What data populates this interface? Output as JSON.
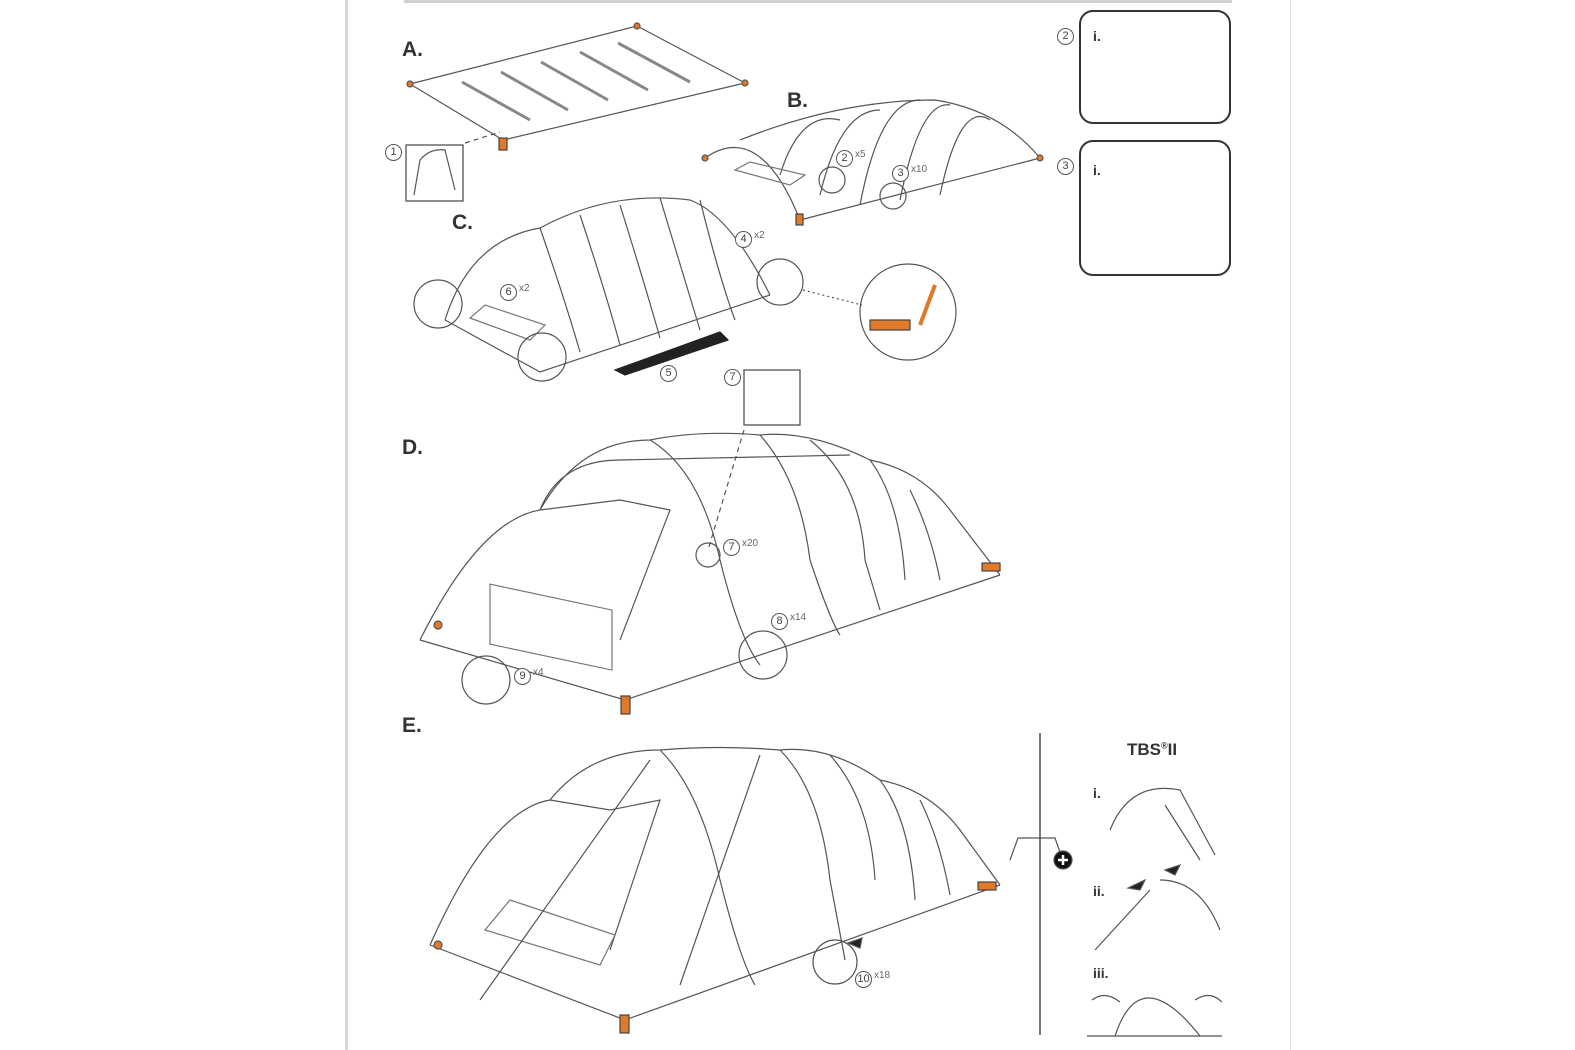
{
  "steps": {
    "a": "A.",
    "b": "B.",
    "c": "C.",
    "d": "D.",
    "e": "E."
  },
  "callouts": [
    {
      "n": "1",
      "mult": ""
    },
    {
      "n": "2",
      "mult": "x5"
    },
    {
      "n": "3",
      "mult": "x10"
    },
    {
      "n": "4",
      "mult": "x2"
    },
    {
      "n": "5",
      "mult": ""
    },
    {
      "n": "6",
      "mult": "x2"
    },
    {
      "n": "7",
      "mult": ""
    },
    {
      "n": "7",
      "mult": "x20"
    },
    {
      "n": "8",
      "mult": "x14"
    },
    {
      "n": "9",
      "mult": "x4"
    },
    {
      "n": "10",
      "mult": "x18"
    }
  ],
  "detail_panels": [
    {
      "n": "2",
      "sub": "i."
    },
    {
      "n": "3",
      "sub": "i."
    }
  ],
  "tbs": {
    "title": "TBS",
    "reg": "®",
    "suffix": "II",
    "steps": [
      "i.",
      "ii.",
      "iii."
    ]
  },
  "colors": {
    "accent": "#e07a2a",
    "line": "#444444"
  }
}
